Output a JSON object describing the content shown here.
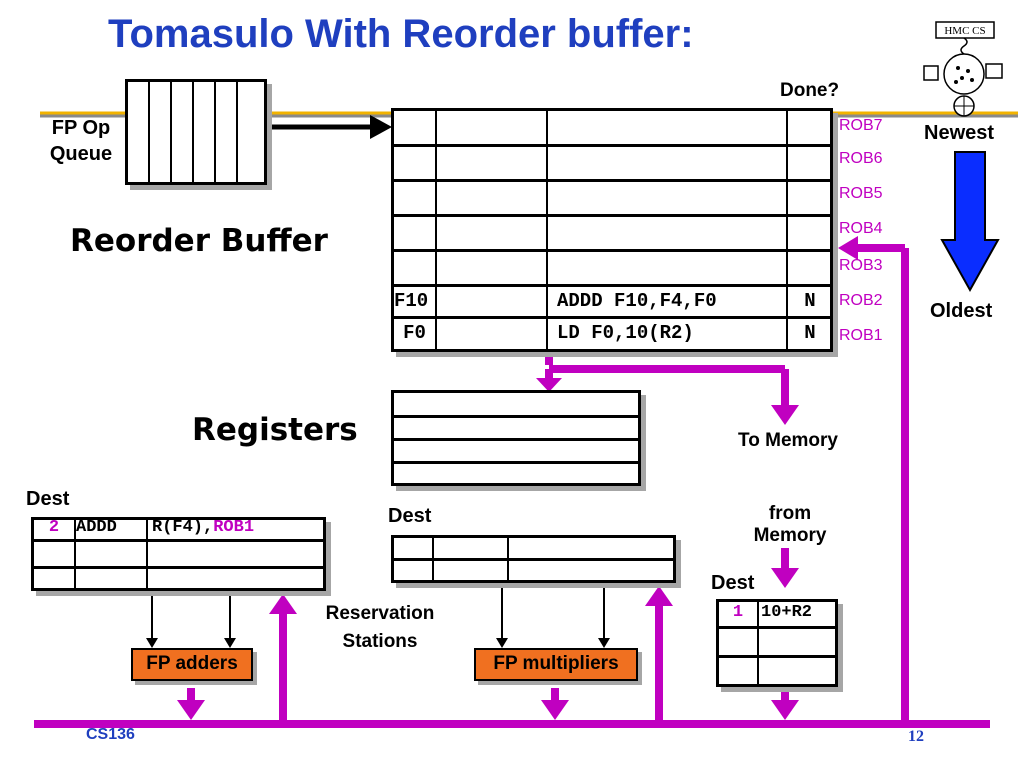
{
  "title": "Tomasulo With Reorder buffer:",
  "fp_op_queue_label": "FP Op Queue",
  "reorder_buffer_label": "Reorder Buffer",
  "done_label": "Done?",
  "rob_labels": [
    "ROB7",
    "ROB6",
    "ROB5",
    "ROB4",
    "ROB3",
    "ROB2",
    "ROB1"
  ],
  "rob_entries": [
    {
      "dest": "",
      "instr": "",
      "done": ""
    },
    {
      "dest": "",
      "instr": "",
      "done": ""
    },
    {
      "dest": "",
      "instr": "",
      "done": ""
    },
    {
      "dest": "",
      "instr": "",
      "done": ""
    },
    {
      "dest": "",
      "instr": "",
      "done": ""
    },
    {
      "dest": "F10",
      "instr": "ADDD F10,F4,F0",
      "done": "N"
    },
    {
      "dest": "F0",
      "instr": "LD F0,10(R2)",
      "done": "N"
    }
  ],
  "newest_label": "Newest",
  "oldest_label": "Oldest",
  "registers_label": "Registers",
  "to_memory_label": "To Memory",
  "from_memory_label": "from Memory",
  "dest_label": "Dest",
  "adder_rs": {
    "tag": "2",
    "op": "ADDD",
    "operand_plain": "R(F4),",
    "operand_rob": "ROB1"
  },
  "load_buffer": {
    "tag": "1",
    "value": "10+R2"
  },
  "reservation_stations_label": "Reservation Stations",
  "fp_adders_label": "FP adders",
  "fp_multipliers_label": "FP multipliers",
  "footer_left": "CS136",
  "footer_right": "12",
  "colors": {
    "title": "#1f3fbf",
    "bus": "#c000c0",
    "unit": "#f07020",
    "arrow": "#0a2dff"
  },
  "logo_text": "HMC CS"
}
